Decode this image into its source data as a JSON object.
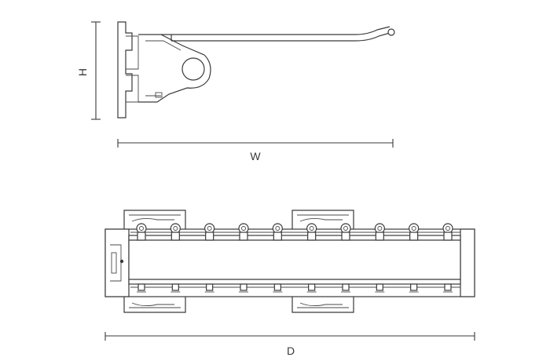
{
  "labels": {
    "height": "H",
    "width": "W",
    "depth": "D"
  },
  "colors": {
    "stroke": "#3a3a3a",
    "background": "#ffffff"
  },
  "hooks": {
    "count": 10
  }
}
